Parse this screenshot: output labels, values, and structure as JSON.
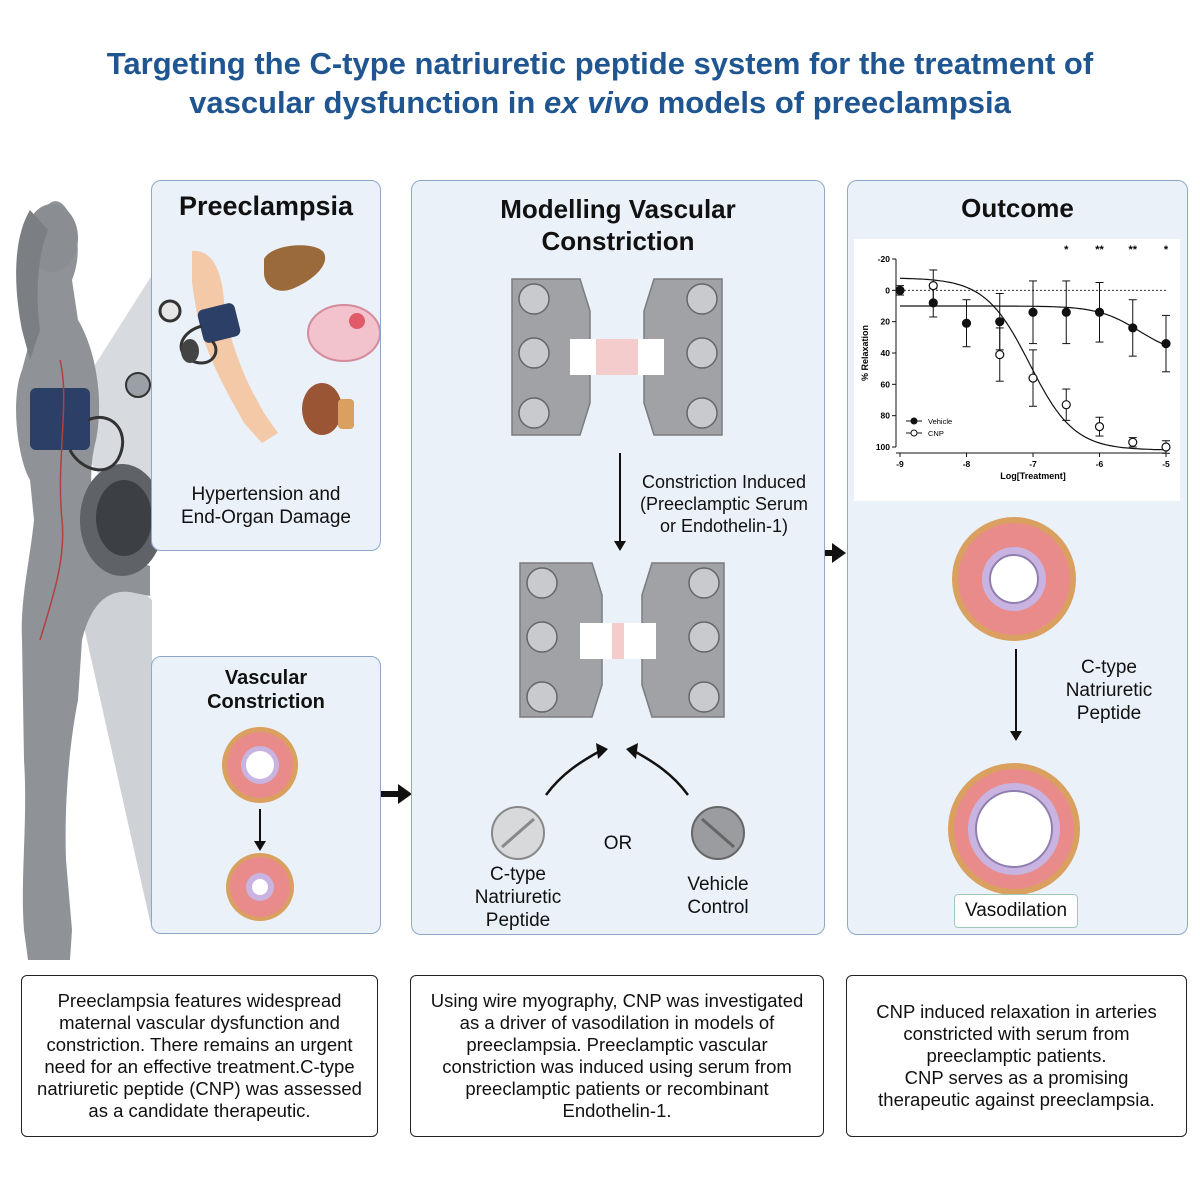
{
  "title_line1": "Targeting the C-type natriuretic peptide system for the treatment of",
  "title_line2_pre": "vascular dysfunction in ",
  "title_line2_em": "ex vivo",
  "title_line2_post": " models of preeclampsia",
  "panel_preeclampsia": {
    "heading": "Preeclampsia",
    "caption_line1": "Hypertension and",
    "caption_line2": "End-Organ Damage"
  },
  "panel_vascular": {
    "heading_line1": "Vascular",
    "heading_line2": "Constriction"
  },
  "panel_modelling": {
    "heading_line1": "Modelling Vascular",
    "heading_line2": "Constriction",
    "induced_line1": "Constriction Induced",
    "induced_line2": "(Preeclamptic Serum",
    "induced_line3": "or Endothelin-1)",
    "cnp_line1": "C-type",
    "cnp_line2": "Natriuretic",
    "cnp_line3": "Peptide",
    "or": "OR",
    "vehicle_line1": "Vehicle",
    "vehicle_line2": "Control"
  },
  "panel_outcome": {
    "heading": "Outcome",
    "cnp_line1": "C-type",
    "cnp_line2": "Natriuretic",
    "cnp_line3": "Peptide",
    "result": "Vasodilation"
  },
  "chart_data": {
    "type": "line",
    "xlabel": "Log[Treatment]",
    "ylabel": "% Relaxation",
    "xlim": [
      -9,
      -5
    ],
    "ylim": [
      -20,
      100
    ],
    "y_inverted": true,
    "x_ticks": [
      "-9",
      "-8",
      "-7",
      "-6",
      "-5"
    ],
    "y_ticks": [
      "-20",
      "0",
      "20",
      "40",
      "60",
      "80",
      "100"
    ],
    "legend_position": "bottom-left",
    "significance": [
      {
        "x": -6.5,
        "label": "*"
      },
      {
        "x": -6.0,
        "label": "**"
      },
      {
        "x": -5.5,
        "label": "**"
      },
      {
        "x": -5.0,
        "label": "*"
      }
    ],
    "series": [
      {
        "name": "Vehicle",
        "marker": "filled",
        "x": [
          -9,
          -8.5,
          -8,
          -7.5,
          -7,
          -6.5,
          -6,
          -5.5,
          -5
        ],
        "y": [
          0,
          8,
          21,
          20,
          14,
          14,
          14,
          24,
          34
        ],
        "err": [
          3,
          9,
          15,
          18,
          20,
          20,
          19,
          18,
          18
        ]
      },
      {
        "name": "CNP",
        "marker": "open",
        "x": [
          -8.5,
          -7.5,
          -7,
          -6.5,
          -6,
          -5.5,
          -5
        ],
        "y": [
          -3,
          41,
          56,
          73,
          87,
          97,
          100
        ],
        "err": [
          10,
          17,
          18,
          10,
          6,
          3,
          4
        ]
      }
    ]
  },
  "summary_left": "Preeclampsia features widespread maternal vascular dysfunction and constriction. There remains an urgent need for an effective treatment.C-type natriuretic peptide (CNP) was assessed as a candidate therapeutic.",
  "summary_middle": "Using wire myography, CNP was investigated as a driver of vasodilation in models of preeclampsia. Preeclamptic vascular constriction was induced using serum from preeclamptic patients or recombinant Endothelin-1.",
  "summary_right_line1": "CNP induced relaxation in arteries constricted with serum from preeclamptic patients.",
  "summary_right_line2": "CNP serves as a promising therapeutic against preeclampsia.",
  "colors": {
    "title": "#1f5591",
    "panel_bg": "#eaf1f9",
    "panel_border": "#8fa8c8",
    "vessel_pink": "#e98b8b",
    "vessel_ring": "#d9a060"
  }
}
